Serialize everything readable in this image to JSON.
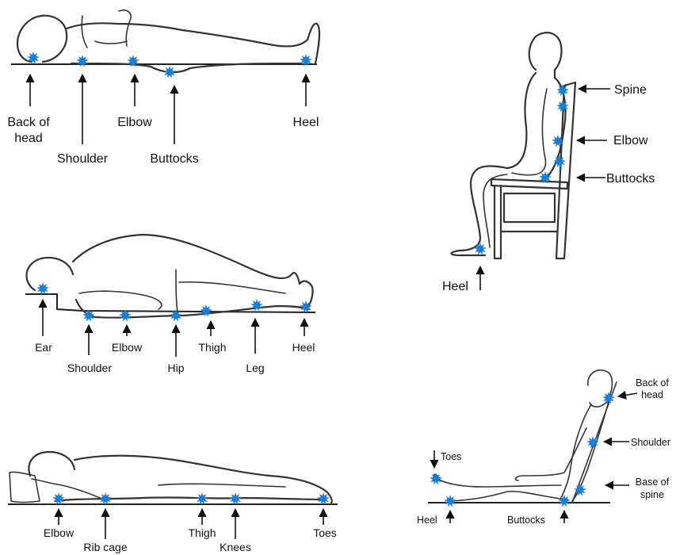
{
  "marker_color": "#1a7fd6",
  "line_color": "#333333",
  "supine": {
    "labels": {
      "back_of_head_1": "Back of",
      "back_of_head_2": "head",
      "shoulder": "Shoulder",
      "elbow": "Elbow",
      "buttocks": "Buttocks",
      "heel": "Heel"
    }
  },
  "side_lying": {
    "labels": {
      "ear": "Ear",
      "shoulder": "Shoulder",
      "elbow": "Elbow",
      "hip": "Hip",
      "thigh": "Thigh",
      "leg": "Leg",
      "heel": "Heel"
    }
  },
  "prone": {
    "labels": {
      "elbow": "Elbow",
      "rib_cage": "Rib cage",
      "thigh": "Thigh",
      "knees": "Knees",
      "toes": "Toes"
    }
  },
  "sitting_chair": {
    "labels": {
      "spine": "Spine",
      "elbow": "Elbow",
      "buttocks": "Buttocks",
      "heel": "Heel"
    }
  },
  "semi_reclined": {
    "labels": {
      "back_of_head_1": "Back of",
      "back_of_head_2": "head",
      "shoulder": "Shoulder",
      "base_of_spine_1": "Base of",
      "base_of_spine_2": "spine",
      "toes": "Toes",
      "heel": "Heel",
      "buttocks": "Buttocks"
    }
  }
}
